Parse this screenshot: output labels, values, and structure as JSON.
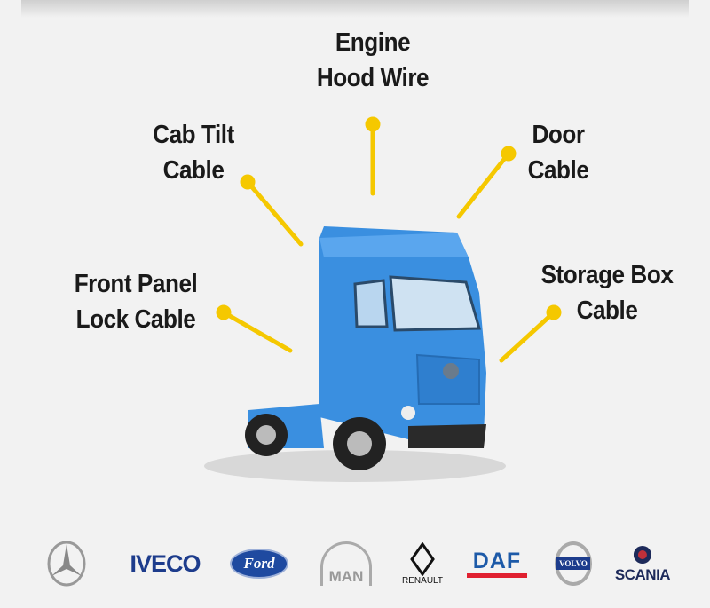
{
  "labels": {
    "engine": [
      "Engine",
      "Hood Wire"
    ],
    "cab_tilt": [
      "Cab Tilt",
      "Cable"
    ],
    "door": [
      "Door",
      "Cable"
    ],
    "front_panel": [
      "Front Panel",
      "Lock Cable"
    ],
    "storage_box": [
      "Storage Box",
      "Cable"
    ]
  },
  "colors": {
    "accent": "#f5c800",
    "truck": "#3a8fe0",
    "background": "#f2f2f2"
  },
  "brands": {
    "mercedes": "mercedes-star-icon",
    "iveco": "IVECO",
    "ford": "Ford",
    "man": "MAN",
    "renault": "RENAULT",
    "daf": "DAF",
    "volvo": "VOLVO",
    "scania": "SCANIA"
  }
}
